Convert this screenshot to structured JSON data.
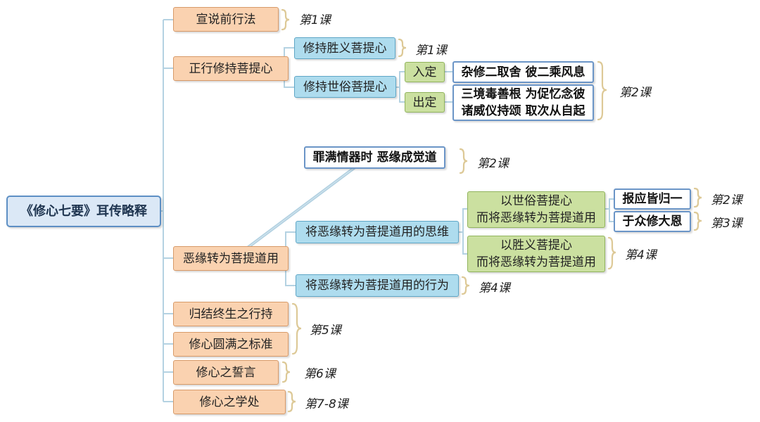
{
  "root": "《修心七要》耳传略释",
  "branches": {
    "b1": "宣说前行法",
    "b2": "正行修持菩提心",
    "b3": "恶缘转为菩提道用",
    "b4": "归结终生之行持",
    "b5": "修心圆满之标准",
    "b6": "修心之誓言",
    "b7": "修心之学处"
  },
  "b2_children": {
    "ultimate": "修持胜义菩提心",
    "relative": "修持世俗菩提心",
    "enter": "入定",
    "exit": "出定",
    "verse_enter": "杂修二取舍 彼二乘风息",
    "verse_exit_1": "三境毒善根 为促忆念彼",
    "verse_exit_2": "诸威仪持颂 取次从自起"
  },
  "b3_children": {
    "verse_top": "罪满情器时 恶缘成觉道",
    "thinking": "将恶缘转为菩提道用的思维",
    "action": "将恶缘转为菩提道用的行为",
    "relative_1": "以世俗菩提心",
    "relative_2": "而将恶缘转为菩提道用",
    "ultimate_1": "以胜义菩提心",
    "ultimate_2": "而将恶缘转为菩提道用",
    "verse_a": "报应皆归一",
    "verse_b": "于众修大恩"
  },
  "lessons": {
    "l1": "第1课",
    "l2": "第1课",
    "l3": "第2课",
    "l4": "第2课",
    "l5": "第2课",
    "l6": "第3课",
    "l7": "第4课",
    "l8": "第4课",
    "l9": "第5课",
    "l10": "第6课",
    "l11": "第7-8课"
  }
}
